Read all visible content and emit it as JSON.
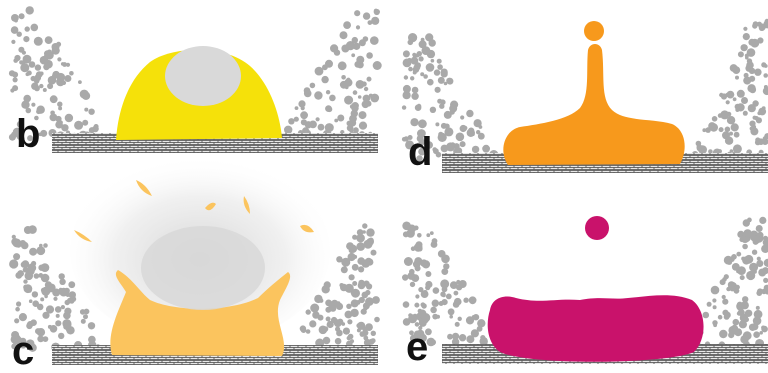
{
  "panels": [
    {
      "id": "b",
      "label": "b",
      "droplet_color": "#f5e10a",
      "state": "droplet spreading on substrate"
    },
    {
      "id": "d",
      "label": "d",
      "droplet_color": "#f7991c",
      "state": "central jet with detaching droplet"
    },
    {
      "id": "c",
      "label": "c",
      "droplet_color": "#fbc45e",
      "state": "crown splash with satellite droplets"
    },
    {
      "id": "e",
      "label": "e",
      "droplet_color": "#c9126b",
      "state": "retracted droplet with secondary droplet"
    }
  ],
  "colors": {
    "substrate_fill": "#e8e8e8",
    "substrate_pattern": "#444444",
    "particles": "#a9a9a9",
    "background": "#ffffff"
  }
}
